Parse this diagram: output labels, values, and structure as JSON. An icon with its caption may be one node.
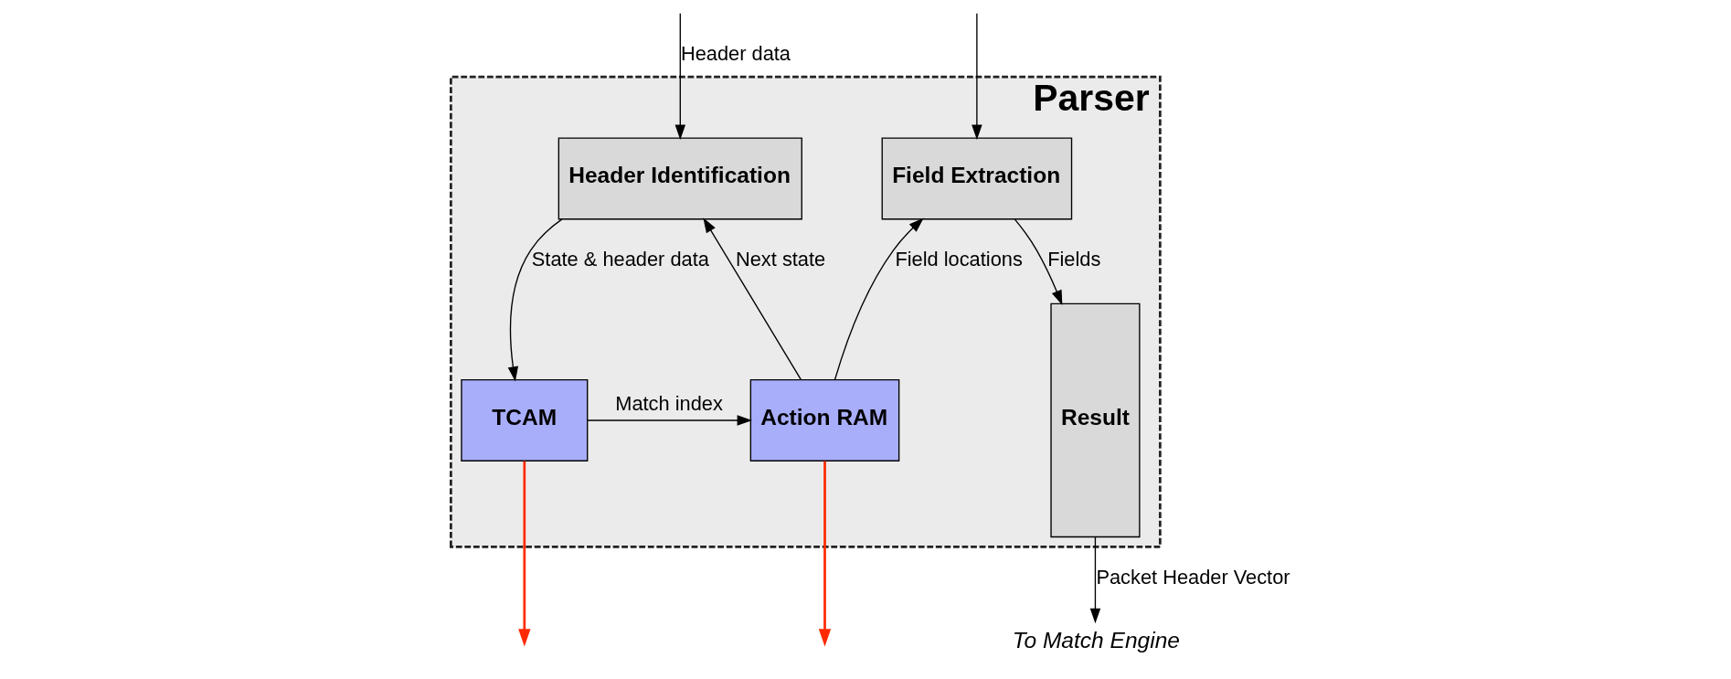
{
  "diagram": {
    "nodes": [
      {
        "text": [
          "Parser"
        ]
      },
      {
        "text": [
          "Header Identification"
        ],
        "in": 0
      },
      {
        "text": [
          "Field Extraction"
        ],
        "in": 0
      },
      {
        "text": [
          "Result"
        ],
        "in": 0
      },
      {
        "text": [
          "TCAM"
        ],
        "in": 0
      },
      {
        "text": [
          "Action RAM"
        ],
        "in": 0
      },
      {
        "text": [
          "To Match Engine"
        ]
      }
    ],
    "edges": [
      {
        "from": null,
        "to": 1,
        "arrow": "to",
        "label": "Header data"
      },
      {
        "from": null,
        "to": 2,
        "arrow": "to"
      },
      {
        "from": 1,
        "to": 4,
        "arrow": "to",
        "label": "State & header data"
      },
      {
        "from": 5,
        "to": 1,
        "arrow": "to",
        "label": "Next state"
      },
      {
        "from": 5,
        "to": 2,
        "arrow": "to",
        "label": "Field locations"
      },
      {
        "from": 4,
        "to": 5,
        "arrow": "to",
        "label": "Match index"
      },
      {
        "from": 2,
        "to": 3,
        "arrow": "to",
        "label": "Fields"
      },
      {
        "from": 3,
        "to": 6,
        "arrow": "to",
        "label": "Packet Header Vector"
      },
      {
        "from": 4,
        "to": null,
        "arrow": "to",
        "color": "#ff2a00"
      },
      {
        "from": 5,
        "to": null,
        "arrow": "to",
        "color": "#ff2a00"
      }
    ]
  }
}
